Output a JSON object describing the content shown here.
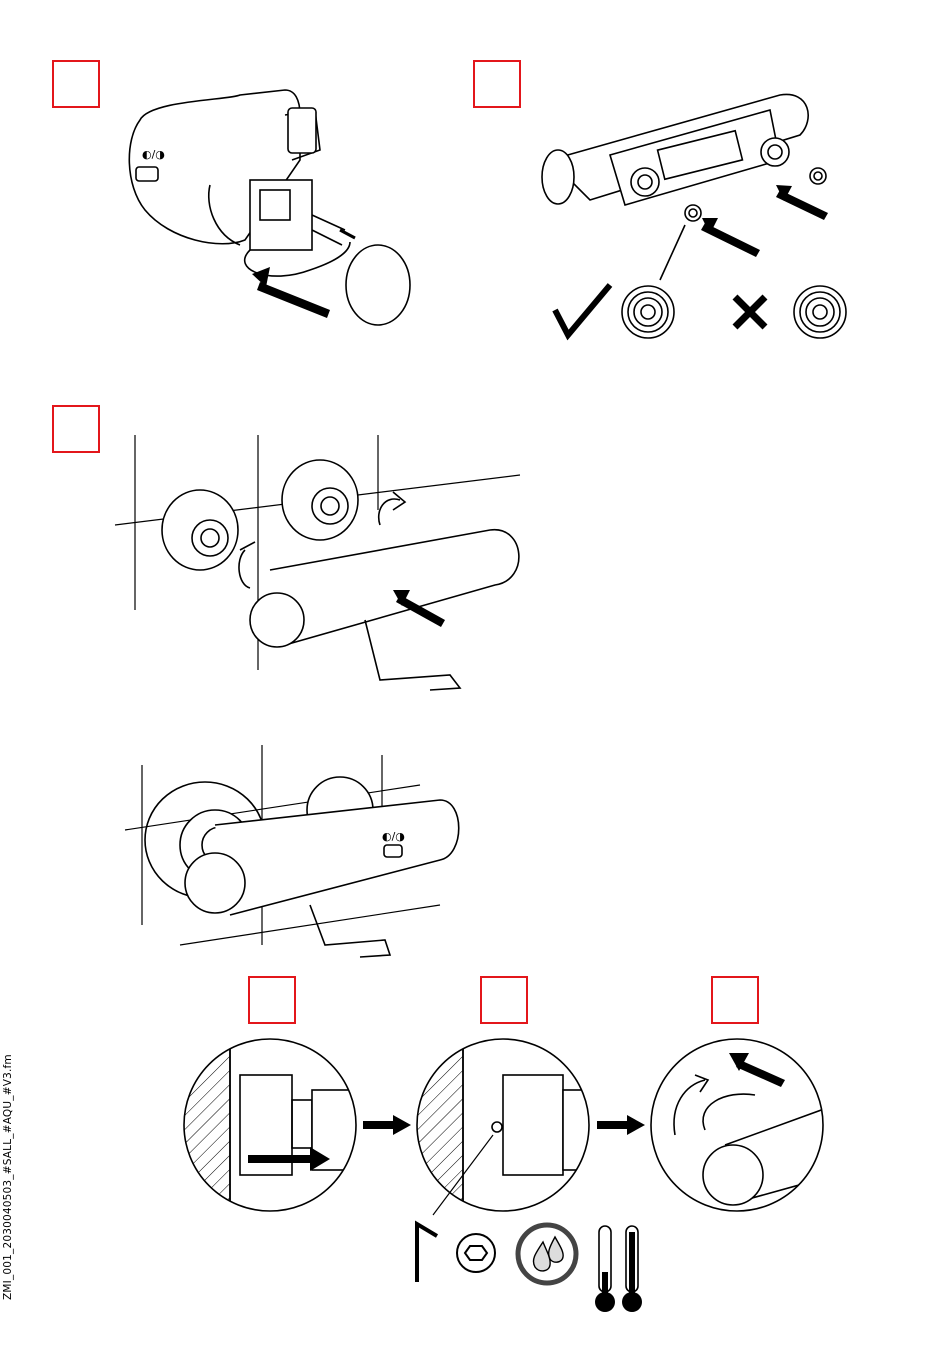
{
  "page": {
    "file_label": "ZMI_001_2030040503_#SALL_#AQU_#V3.fm",
    "colors": {
      "step_box": "#e3161b",
      "line": "#000000",
      "hatch": "#000000",
      "background": "#ffffff"
    },
    "steps": [
      {
        "id": "step-1",
        "label": ""
      },
      {
        "id": "step-2",
        "label": ""
      },
      {
        "id": "step-3",
        "label": ""
      },
      {
        "id": "step-4",
        "label": ""
      },
      {
        "id": "step-5",
        "label": ""
      },
      {
        "id": "step-6",
        "label": ""
      }
    ],
    "icons": {
      "correct": "checkmark-icon",
      "incorrect": "cross-icon",
      "tool": "allen-key-icon",
      "hex": "hex-socket-icon",
      "water": "water-drops-icon",
      "temperature": "thermometer-icon"
    }
  }
}
